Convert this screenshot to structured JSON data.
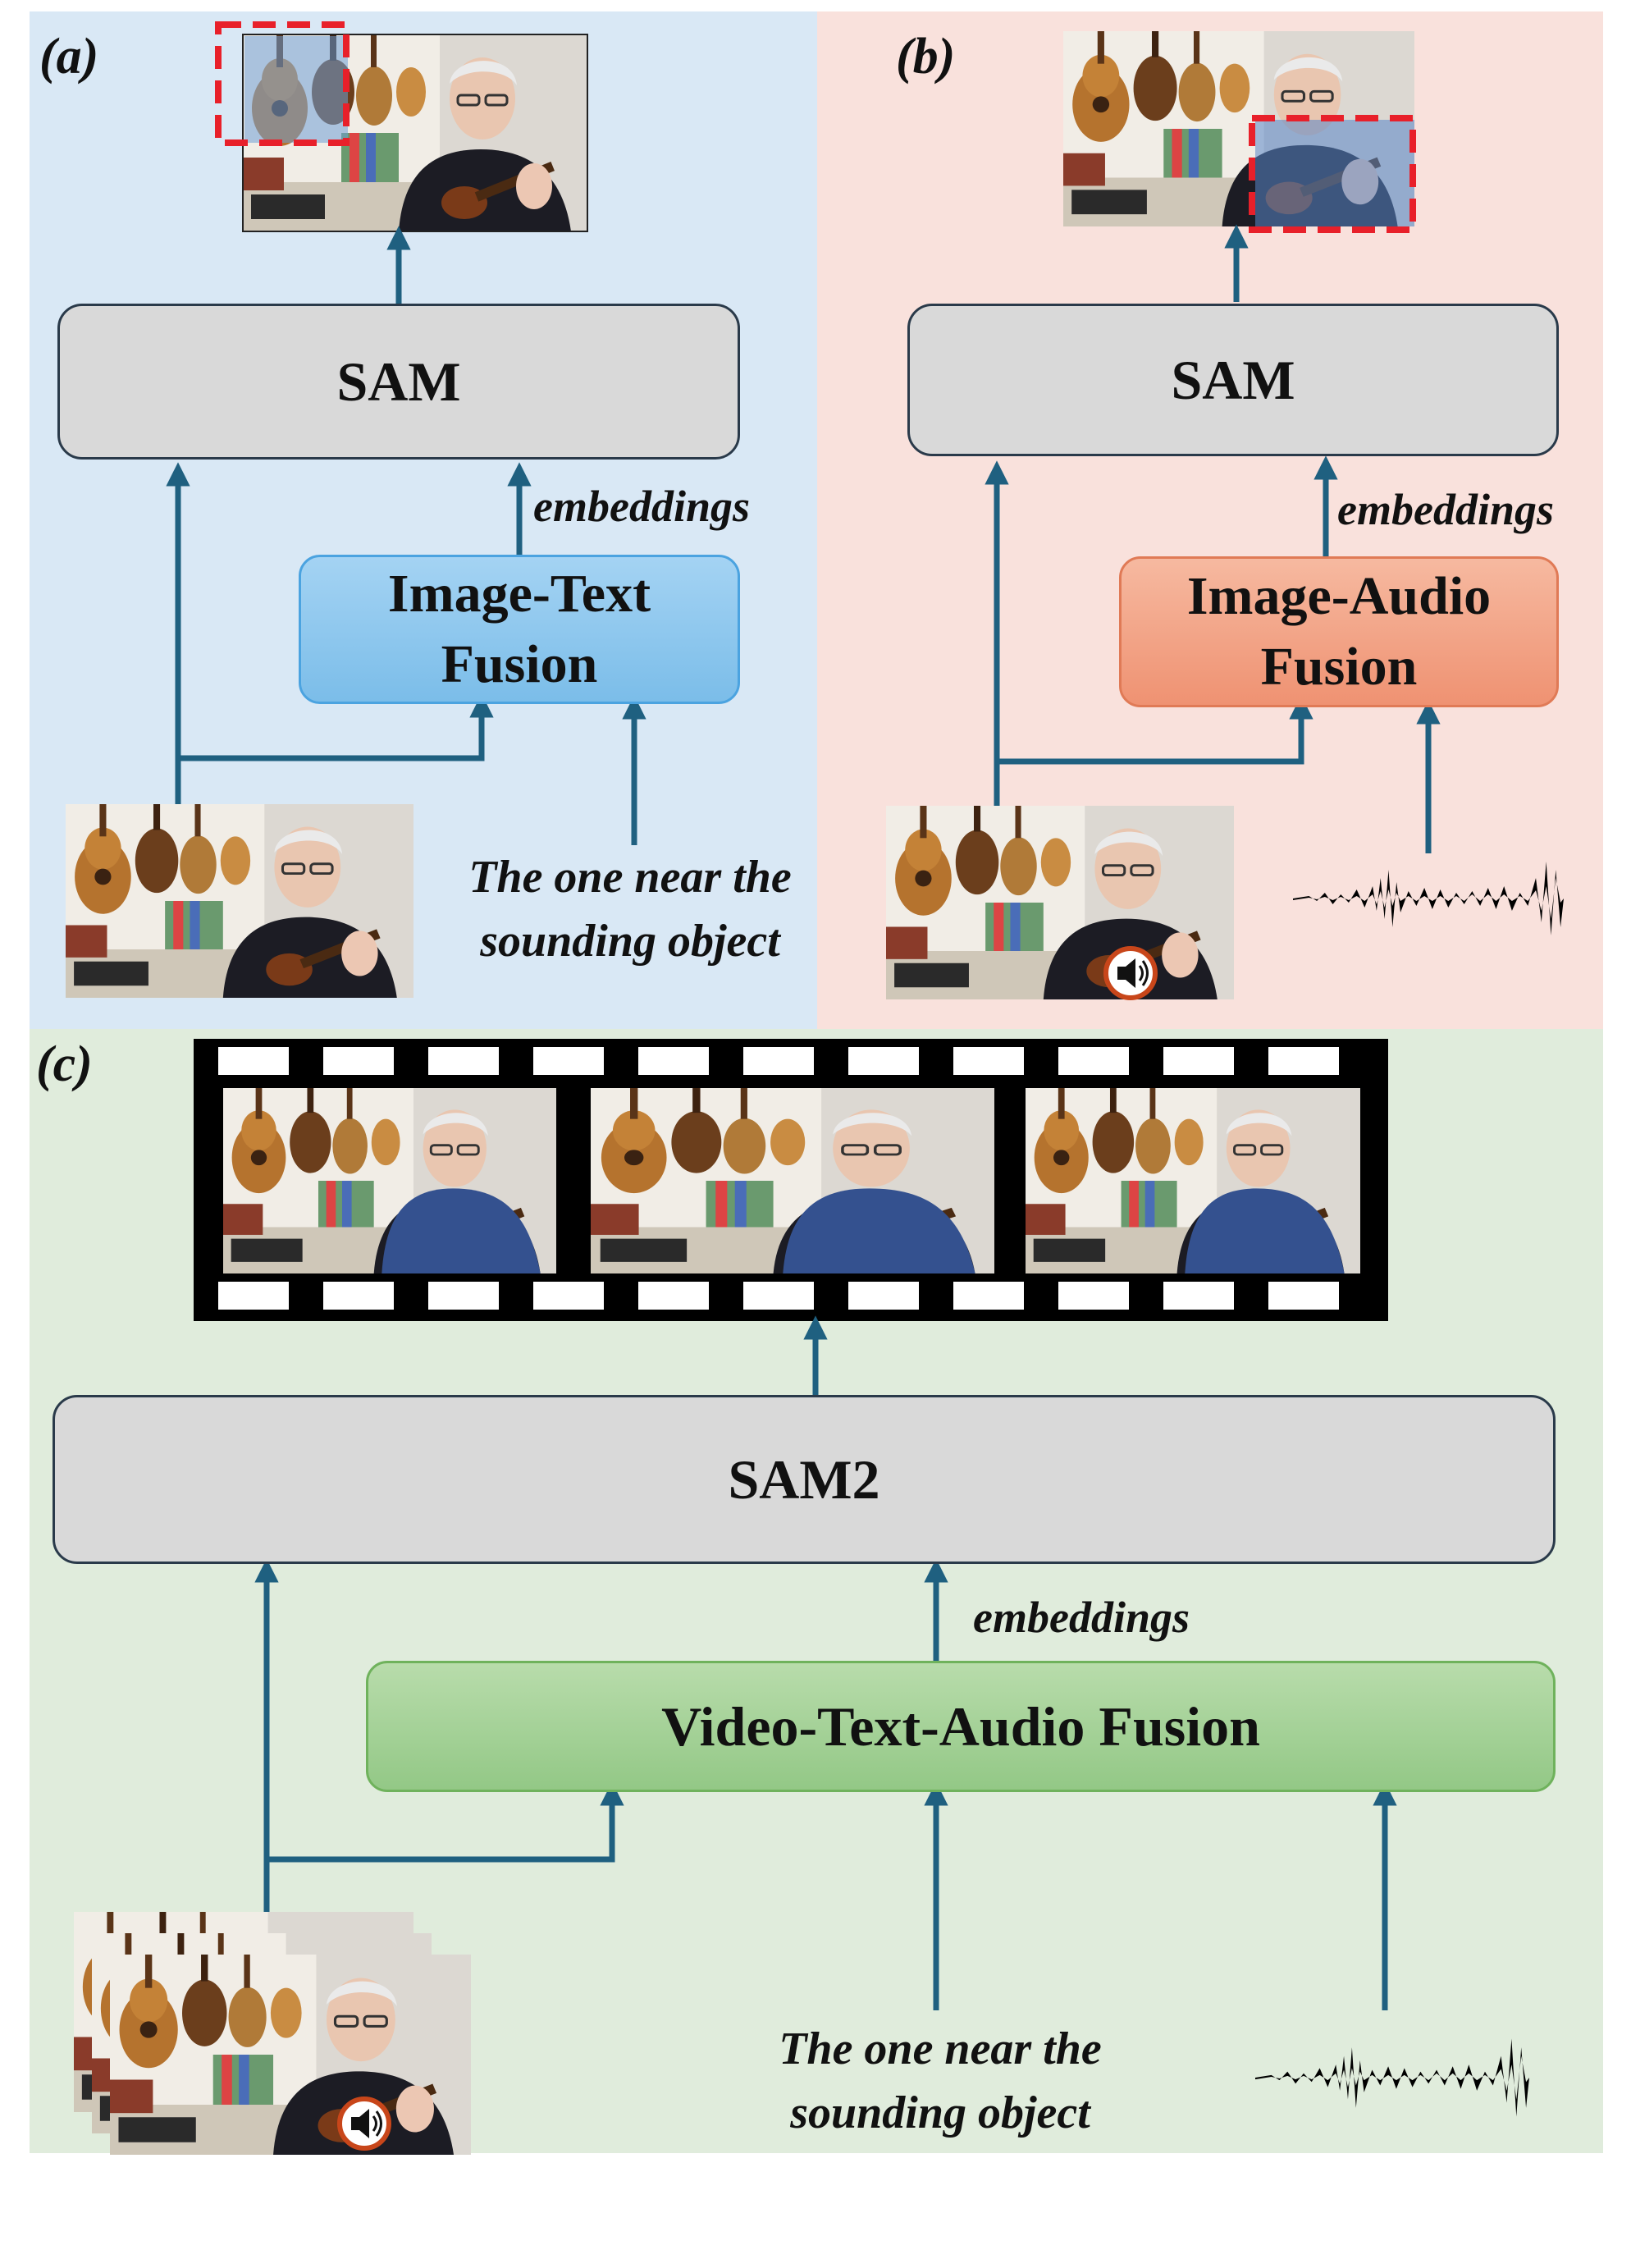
{
  "panels": {
    "a": {
      "label": "(a)",
      "sam_label": "SAM",
      "fusion_label": "Image-Text\nFusion",
      "embeddings_label": "embeddings",
      "query_text": "The one near the\nsounding object",
      "background": "#d9e8f5"
    },
    "b": {
      "label": "(b)",
      "sam_label": "SAM",
      "fusion_label": "Image-Audio\nFusion",
      "embeddings_label": "embeddings",
      "background": "#f9e1dc"
    },
    "c": {
      "label": "(c)",
      "sam_label": "SAM2",
      "fusion_label": "Video-Text-Audio Fusion",
      "embeddings_label": "embeddings",
      "query_text": "The one near the\nsounding object",
      "background": "#e0ecdc"
    }
  },
  "colors": {
    "arrow": "#1f6080",
    "sam_fill": "#d9d9d9",
    "image_text_fusion": "#8cc6ee",
    "image_audio_fusion": "#f2a284",
    "video_text_audio_fusion": "#a6d49a",
    "highlight_box": "#e8202a",
    "film_strip": "#000000"
  },
  "icons": [
    "speaker-icon",
    "audio-waveform-icon",
    "film-strip-icon"
  ]
}
